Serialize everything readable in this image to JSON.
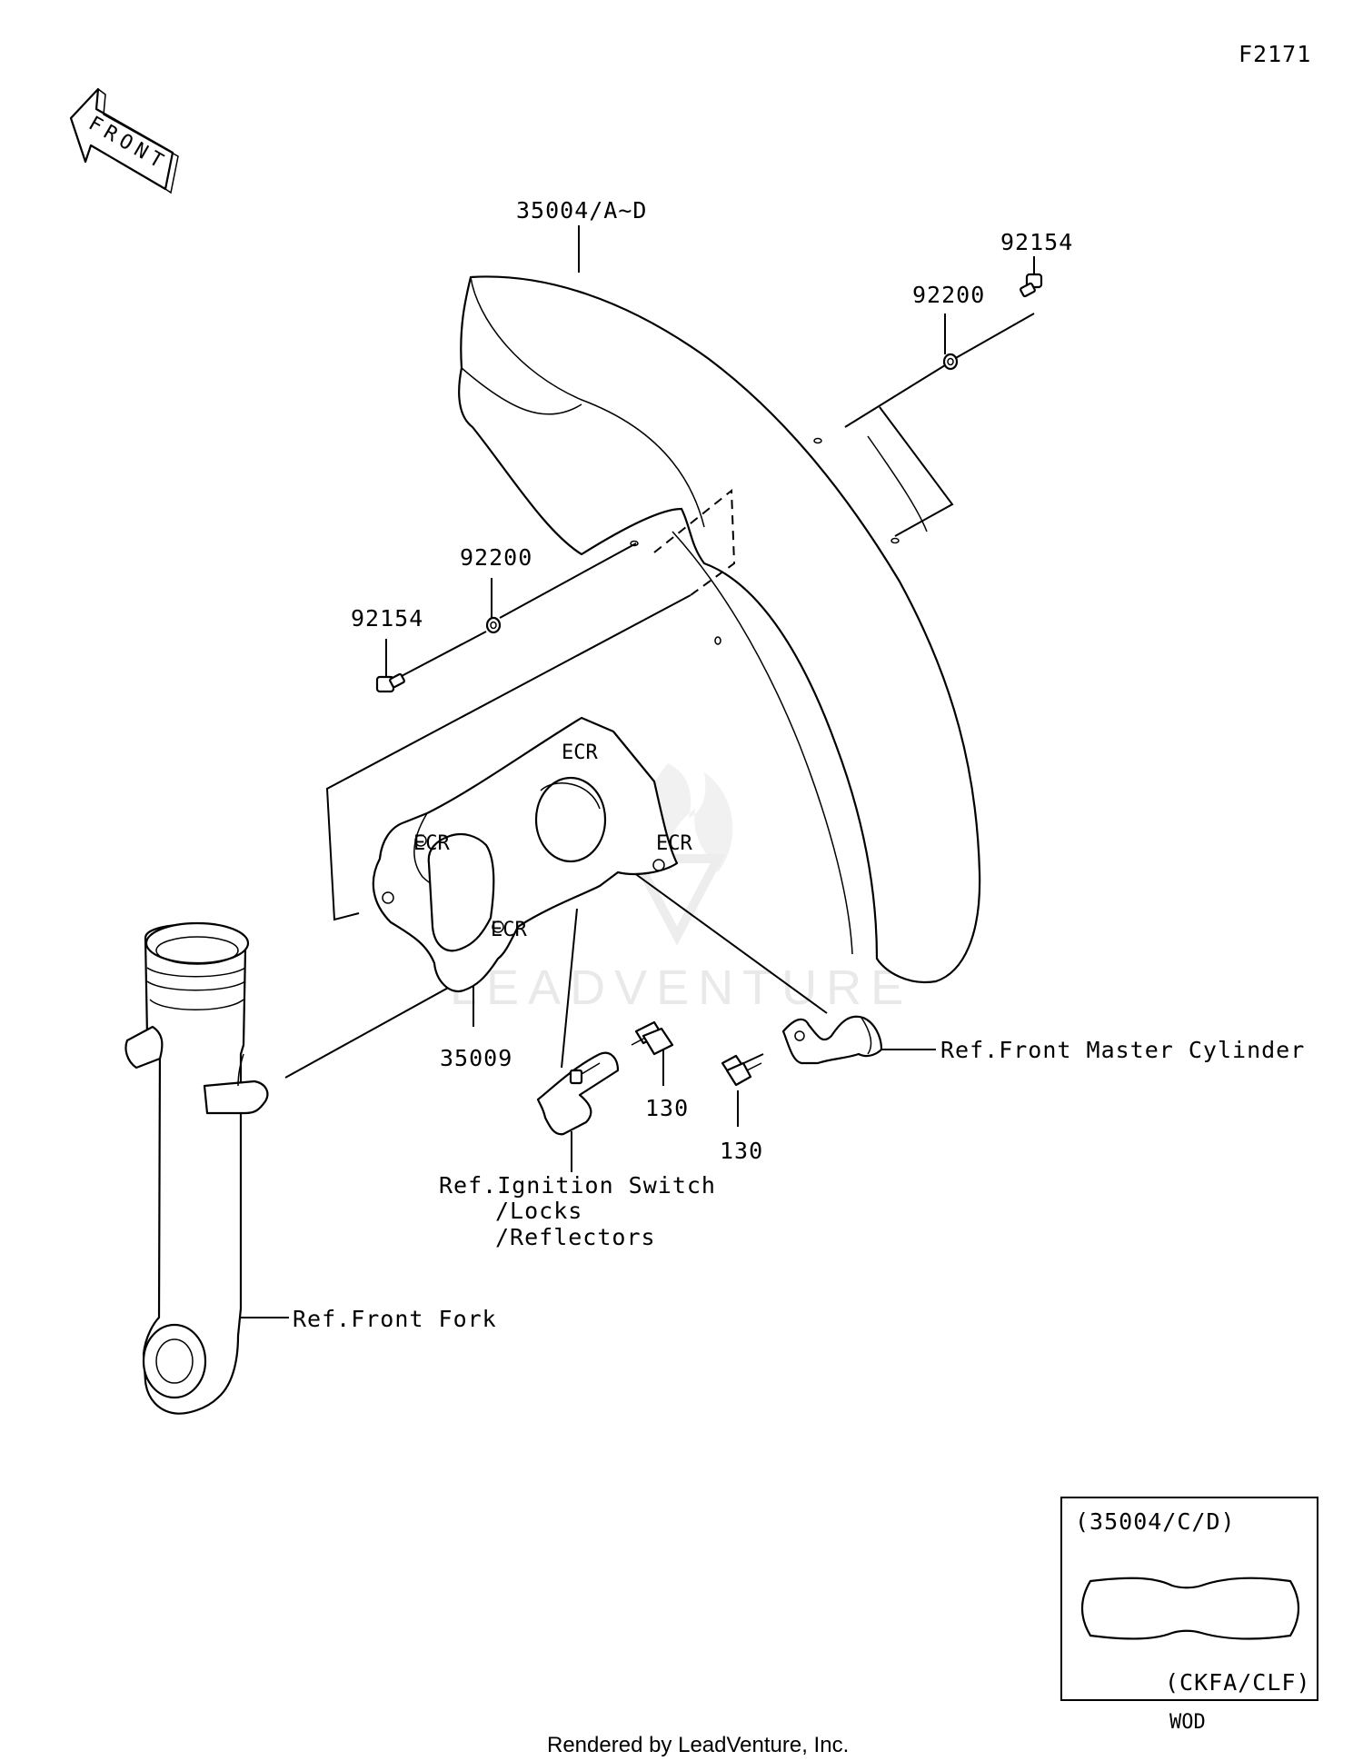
{
  "diagram_code": "F2171",
  "front_arrow": "FRONT",
  "callouts": {
    "fender": "35004/A~D",
    "screw_right": "92154",
    "washer_right": "92200",
    "washer_left": "92200",
    "screw_left": "92154",
    "bracket": "35009",
    "bolt_center": "130",
    "bolt_right": "130",
    "ref_master_cylinder": "Ref.Front Master Cylinder",
    "ref_ignition_line1": "Ref.Ignition Switch",
    "ref_ignition_line2": "/Locks",
    "ref_ignition_line3": "/Reflectors",
    "ref_front_fork": "Ref.Front Fork"
  },
  "inset": {
    "title": "(35004/C/D)",
    "model": "(CKFA/CLF)",
    "below": "WOD"
  },
  "watermark": "LEADVENTURE",
  "footer": "Rendered by LeadVenture, Inc."
}
